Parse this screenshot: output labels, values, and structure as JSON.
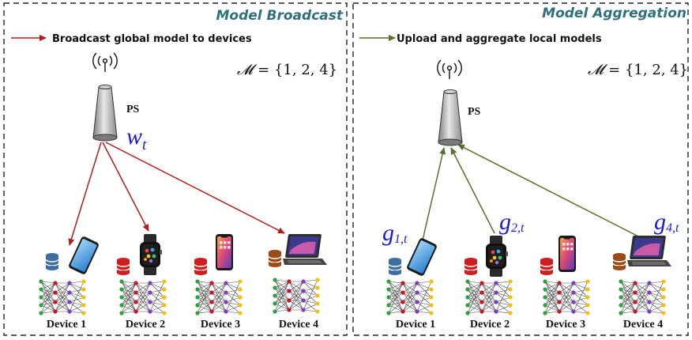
{
  "left_panel": {
    "title": "Model Broadcast",
    "legend": "Broadcast global model to devices",
    "set_symbol": "𝓜",
    "set_value": "= {1, 2, 4}",
    "server_label": "PS",
    "model_symbol": "w",
    "model_subscript": "t",
    "devices": [
      "Device 1",
      "Device 2",
      "Device 3",
      "Device 4"
    ]
  },
  "right_panel": {
    "title": "Model Aggregation",
    "legend": "Upload and aggregate local models",
    "set_symbol": "𝓜",
    "set_value": "= {1, 2, 4}",
    "server_label": "PS",
    "gradients": [
      {
        "symbol": "g",
        "subscript": "1,t"
      },
      {
        "symbol": "g",
        "subscript": "2,t"
      },
      {
        "symbol": "g",
        "subscript": "4,t"
      }
    ],
    "devices": [
      "Device 1",
      "Device 2",
      "Device 3",
      "Device 4"
    ]
  },
  "colors": {
    "broadcast_arrow": "#b01c1c",
    "upload_arrow": "#56702e",
    "title": "#2f6f7e",
    "math": "#1a1adb",
    "database_blue": "#3f6f9f",
    "database_red": "#cc1f1f",
    "database_brown": "#9c4a17"
  },
  "icons": [
    "antenna-signal-icon",
    "tower-icon",
    "database-icon",
    "smartphone-icon",
    "smartwatch-icon",
    "phone-icon",
    "laptop-icon",
    "neural-network-icon"
  ]
}
